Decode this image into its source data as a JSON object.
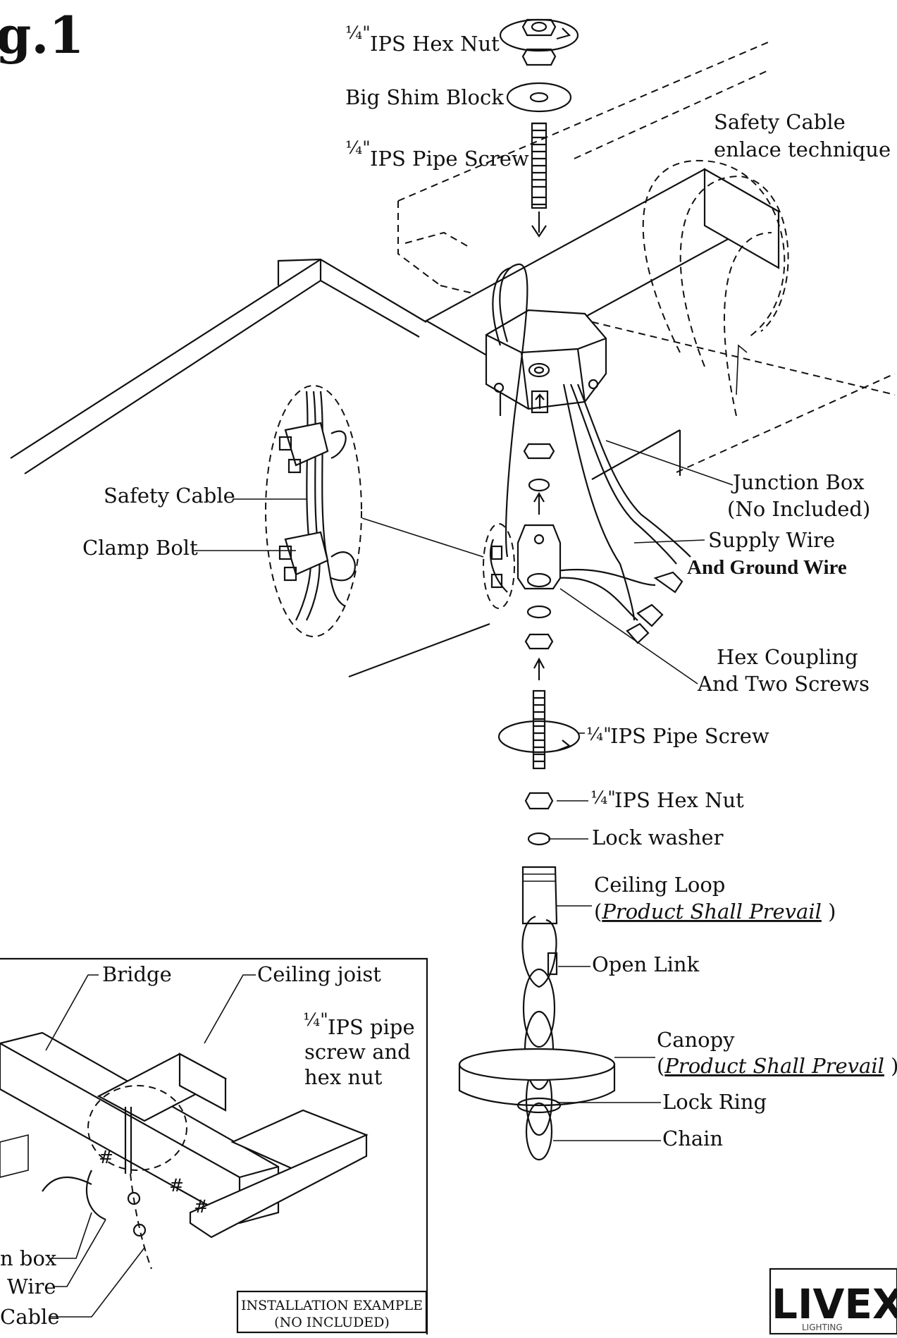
{
  "figure": {
    "title": "g.1"
  },
  "labels": {
    "hex_nut_top": "IPS Hex Nut",
    "big_shim_block": "Big Shim Block",
    "pipe_screw_top": "IPS Pipe Screw",
    "safety_cable_enlace_1": "Safety Cable",
    "safety_cable_enlace_2": "enlace technique",
    "safety_cable": "Safety Cable",
    "clamp_bolt": "Clamp Bolt",
    "junction_box_1": "Junction Box",
    "junction_box_2": "(No Included)",
    "supply_wire_1": "Supply Wire",
    "supply_wire_2": "And Ground Wire",
    "hex_coupling_1": "Hex Coupling",
    "hex_coupling_2": "And Two Screws",
    "pipe_screw_bottom": "IPS Pipe Screw",
    "hex_nut_bottom": "IPS Hex Nut",
    "lock_washer": "Lock washer",
    "ceiling_loop_1": "Ceiling Loop",
    "ceiling_loop_2": "Product Shall Prevail",
    "open_link": "Open Link",
    "canopy_1": "Canopy",
    "canopy_2": "Product Shall Prevail",
    "lock_ring": "Lock Ring",
    "chain": "Chain",
    "fraction": "¼\""
  },
  "inset": {
    "bridge": "Bridge",
    "ceiling_joist": "Ceiling joist",
    "pipe_screw_1": "IPS pipe",
    "pipe_screw_2": "screw and",
    "pipe_screw_3": "hex nut",
    "junction_box": "n box",
    "wire": "Wire",
    "cable": "Cable",
    "caption_1": "INSTALLATION EXAMPLE",
    "caption_2": "(NO INCLUDED)"
  },
  "logo": {
    "brand": "LIVEX",
    "sub": "LIGHTING"
  }
}
